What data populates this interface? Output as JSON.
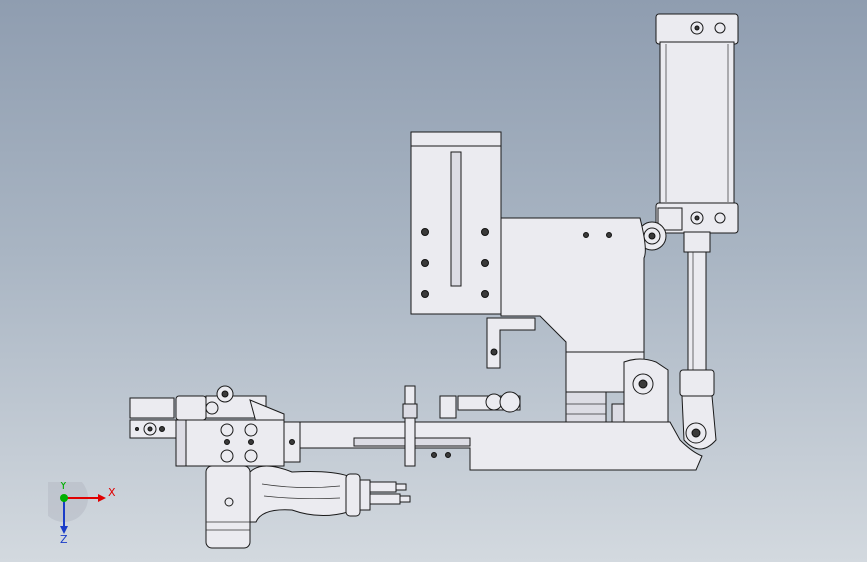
{
  "viewport": {
    "background_top": "#8f9db0",
    "background_bottom": "#d3d9df"
  },
  "model": {
    "view": "front",
    "part_fill": "#ebebf0",
    "edge_color": "#1a1a1a"
  },
  "triad": {
    "x_label": "X",
    "y_label": "Y",
    "z_label": "Z",
    "x_color": "#e00000",
    "y_color": "#00b000",
    "z_color": "#1a3cc8"
  }
}
